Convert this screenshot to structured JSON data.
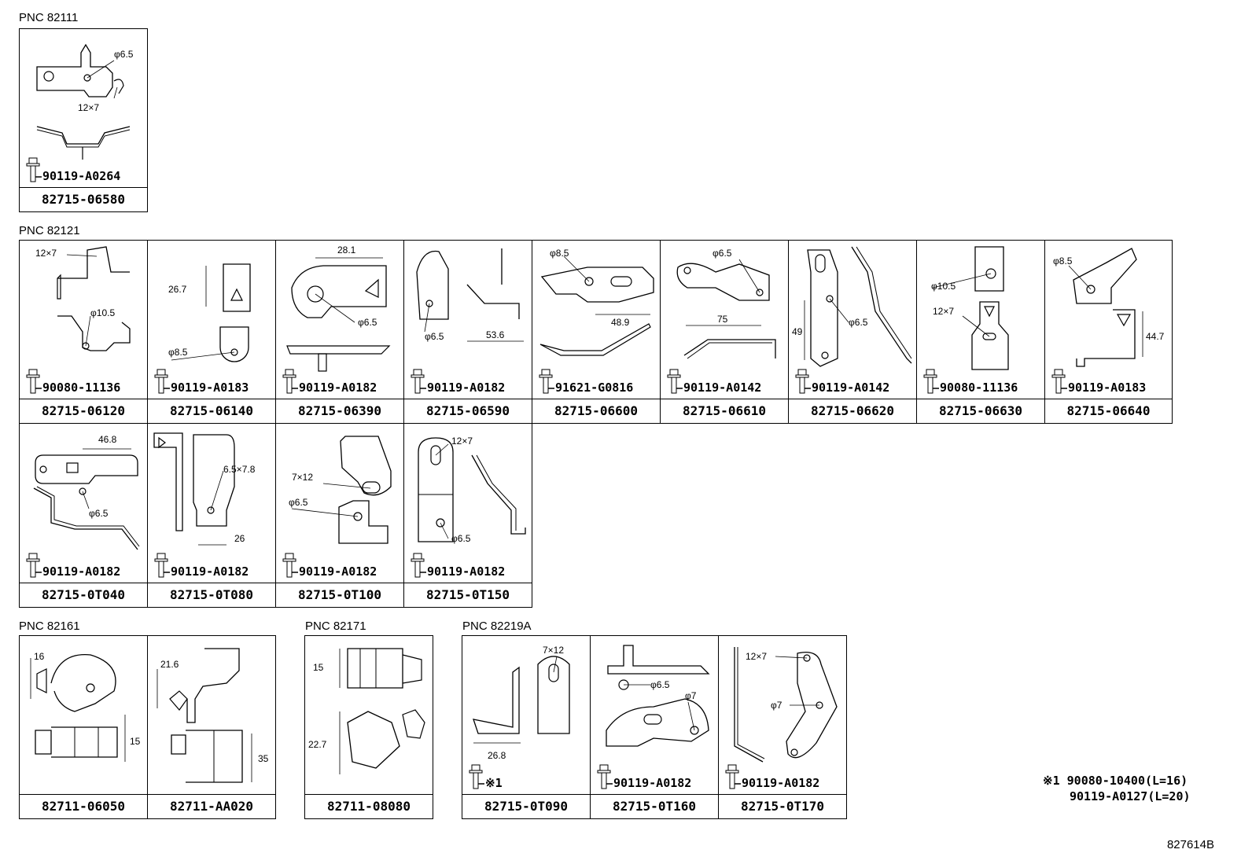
{
  "groups": [
    {
      "pnc": "PNC 82111"
    },
    {
      "pnc": "PNC 82121"
    },
    {
      "pnc": "PNC 82161"
    },
    {
      "pnc": "PNC 82171"
    },
    {
      "pnc": "PNC 82219A"
    }
  ],
  "parts": [
    {
      "part_no": "82715-06580",
      "bolt": "90119-A0264",
      "dims": [
        "φ6.5",
        "12×7"
      ]
    },
    {
      "part_no": "82715-06120",
      "bolt": "90080-11136",
      "dims": [
        "12×7",
        "φ10.5"
      ]
    },
    {
      "part_no": "82715-06140",
      "bolt": "90119-A0183",
      "dims": [
        "26.7",
        "φ8.5"
      ]
    },
    {
      "part_no": "82715-06390",
      "bolt": "90119-A0182",
      "dims": [
        "28.1",
        "φ6.5"
      ]
    },
    {
      "part_no": "82715-06590",
      "bolt": "90119-A0182",
      "dims": [
        "φ6.5",
        "53.6"
      ]
    },
    {
      "part_no": "82715-06600",
      "bolt": "91621-G0816",
      "dims": [
        "φ8.5",
        "48.9"
      ]
    },
    {
      "part_no": "82715-06610",
      "bolt": "90119-A0142",
      "dims": [
        "φ6.5",
        "75"
      ]
    },
    {
      "part_no": "82715-06620",
      "bolt": "90119-A0142",
      "dims": [
        "49",
        "φ6.5"
      ]
    },
    {
      "part_no": "82715-06630",
      "bolt": "90080-11136",
      "dims": [
        "φ10.5",
        "12×7"
      ]
    },
    {
      "part_no": "82715-06640",
      "bolt": "90119-A0183",
      "dims": [
        "φ8.5",
        "44.7"
      ]
    },
    {
      "part_no": "82715-0T040",
      "bolt": "90119-A0182",
      "dims": [
        "46.8",
        "φ6.5"
      ]
    },
    {
      "part_no": "82715-0T080",
      "bolt": "90119-A0182",
      "dims": [
        "6.5×7.8",
        "26"
      ]
    },
    {
      "part_no": "82715-0T100",
      "bolt": "90119-A0182",
      "dims": [
        "7×12",
        "φ6.5"
      ]
    },
    {
      "part_no": "82715-0T150",
      "bolt": "90119-A0182",
      "dims": [
        "12×7",
        "φ6.5"
      ]
    },
    {
      "part_no": "82711-06050",
      "bolt": "",
      "dims": [
        "16",
        "15"
      ]
    },
    {
      "part_no": "82711-AA020",
      "bolt": "",
      "dims": [
        "21.6",
        "35"
      ]
    },
    {
      "part_no": "82711-08080",
      "bolt": "",
      "dims": [
        "15",
        "22.7"
      ]
    },
    {
      "part_no": "82715-0T090",
      "bolt": "※1",
      "dims": [
        "7×12",
        "26.8"
      ]
    },
    {
      "part_no": "82715-0T160",
      "bolt": "90119-A0182",
      "dims": [
        "φ6.5",
        "φ7"
      ]
    },
    {
      "part_no": "82715-0T170",
      "bolt": "90119-A0182",
      "dims": [
        "12×7",
        "φ7"
      ]
    }
  ],
  "notes": {
    "line1": "※1 90080-10400(L=16)",
    "line2": "90119-A0127(L=20)"
  },
  "reference": "827614B"
}
